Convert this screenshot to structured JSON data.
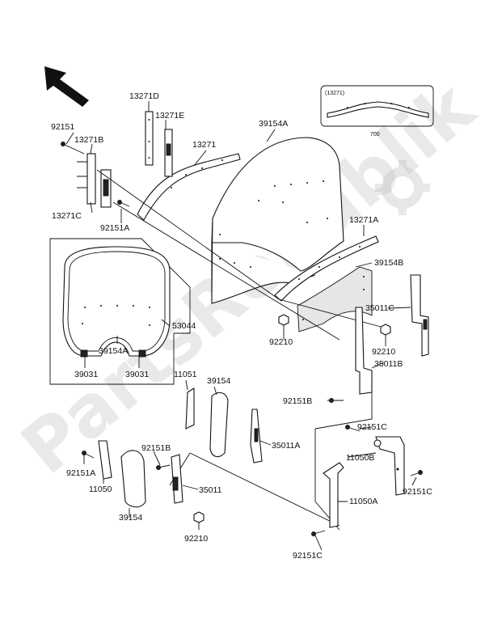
{
  "watermark": "PartsRepublik",
  "inset_label_top": "(13271)",
  "inset_label_bottom": "700",
  "labels": {
    "l13271D": "13271D",
    "l13271E": "13271E",
    "l92151_top": "92151",
    "l13271B": "13271B",
    "l13271": "13271",
    "l39154A_top": "39154A",
    "l13271C": "13271C",
    "l92151A_top": "92151A",
    "l13271A": "13271A",
    "l39154B": "39154B",
    "l35011C": "35011C",
    "l53044": "53044",
    "l39154A_in": "39154A",
    "l39031_l": "39031",
    "l39031_r": "39031",
    "l92210_mid": "92210",
    "l92210_r": "92210",
    "l35011B": "35011B",
    "l11051": "11051",
    "l39154_m": "39154",
    "l92151B_m": "92151B",
    "l92151C_r": "92151C",
    "l35011A": "35011A",
    "l11050B": "11050B",
    "l92151B_l": "92151B",
    "l92151A_b": "92151A",
    "l11050": "11050",
    "l35011": "35011",
    "l39154_b": "39154",
    "l92210_b": "92210",
    "l11050A": "11050A",
    "l92151C_b": "92151C",
    "l92151C_rb": "92151C"
  }
}
